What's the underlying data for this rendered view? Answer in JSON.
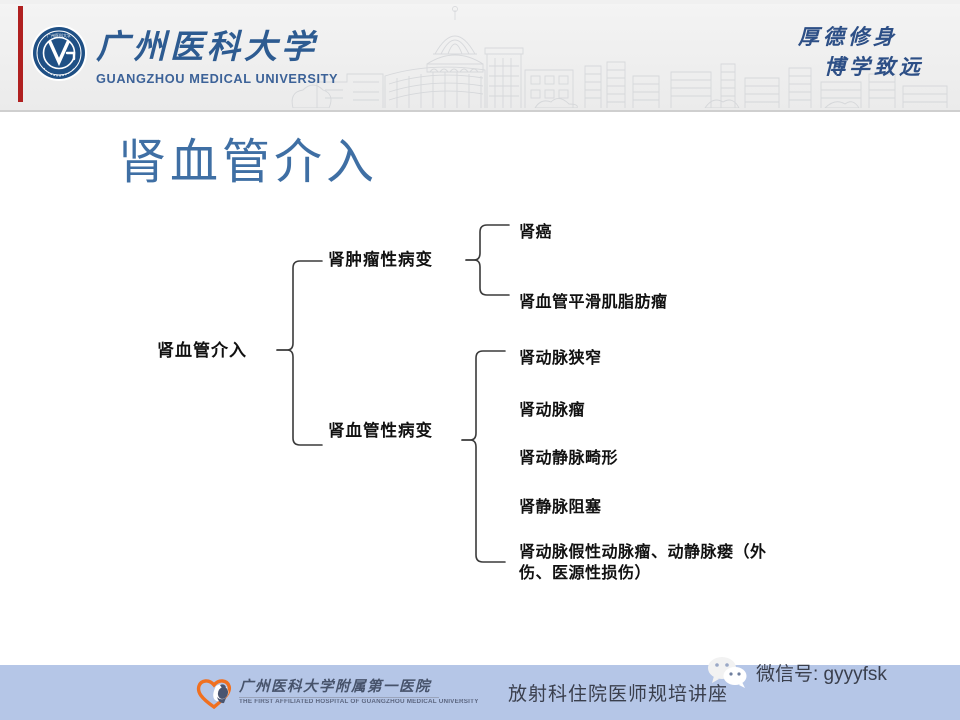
{
  "header": {
    "emblem_name": "university-seal",
    "university_cn": "广州医科大学",
    "university_en": "GUANGZHOU MEDICAL UNIVERSITY",
    "motto_line1": "厚德修身",
    "motto_line2": "博学致远",
    "accent_color": "#b02020",
    "brand_color": "#2d5b91"
  },
  "title": "肾血管介入",
  "title_color": "#3f6fa4",
  "diagram": {
    "root": "肾血管介入",
    "branches": [
      {
        "label": "肾肿瘤性病变",
        "leaves": [
          "肾癌",
          "肾血管平滑肌脂肪瘤"
        ]
      },
      {
        "label": "肾血管性病变",
        "leaves": [
          "肾动脉狭窄",
          "肾动脉瘤",
          "肾动静脉畸形",
          "肾静脉阻塞",
          "肾动脉假性动脉瘤、动静脉瘘（外伤、医源性损伤）"
        ]
      }
    ]
  },
  "footer": {
    "bar_color": "#b5c6e7",
    "hospital_cn": "广州医科大学附属第一医院",
    "hospital_en": "THE FIRST AFFILIATED HOSPITAL OF GUANGZHOU MEDICAL UNIVERSITY",
    "lecture_title": "放射科住院医师规培讲座",
    "wechat_label": "微信号: gyyyfsk"
  }
}
